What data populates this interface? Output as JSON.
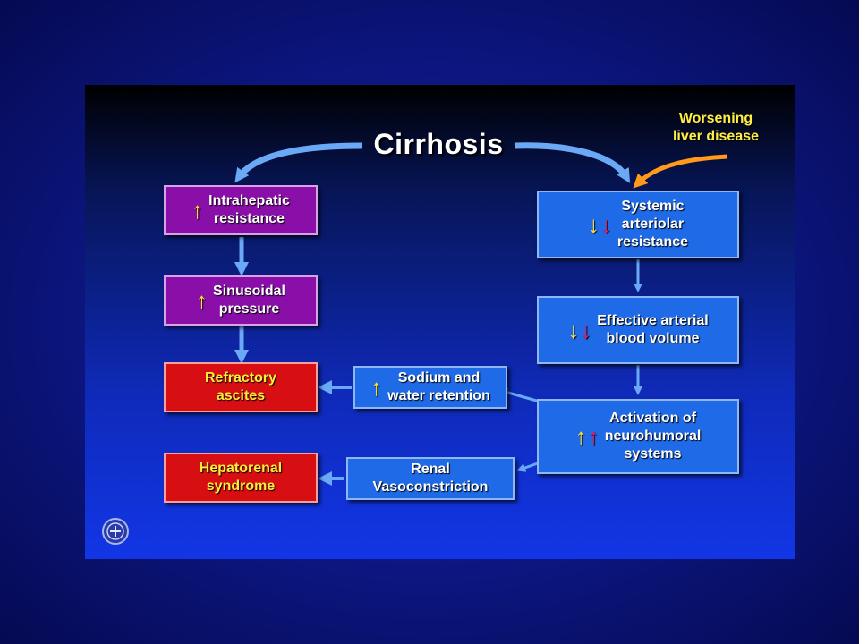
{
  "title": "Cirrhosis",
  "note": "Worsening\nliver disease",
  "boxes": {
    "intrahepatic": "Intrahepatic\nresistance",
    "sinusoidal": "Sinusoidal\npressure",
    "ascites": "Refractory\nascites",
    "hepatorenal": "Hepatorenal\nsyndrome",
    "sodium": "Sodium and\nwater retention",
    "renal": "Renal\nVasoconstriction",
    "systemic": "Systemic\narteriolar\nresistance",
    "effective": "Effective arterial\nblood volume",
    "activation": "Activation of\nneurohumoral\nsystems"
  },
  "glyphs": {
    "up": "↑",
    "down": "↓"
  },
  "colors": {
    "purple_box": "#8a0fa8",
    "red_box": "#d70f12",
    "blue_box": "#1f6ae6",
    "note_text": "#ffee44",
    "arrow_blue": "#5b9cf0",
    "arrow_orange": "#ff9a1a"
  }
}
